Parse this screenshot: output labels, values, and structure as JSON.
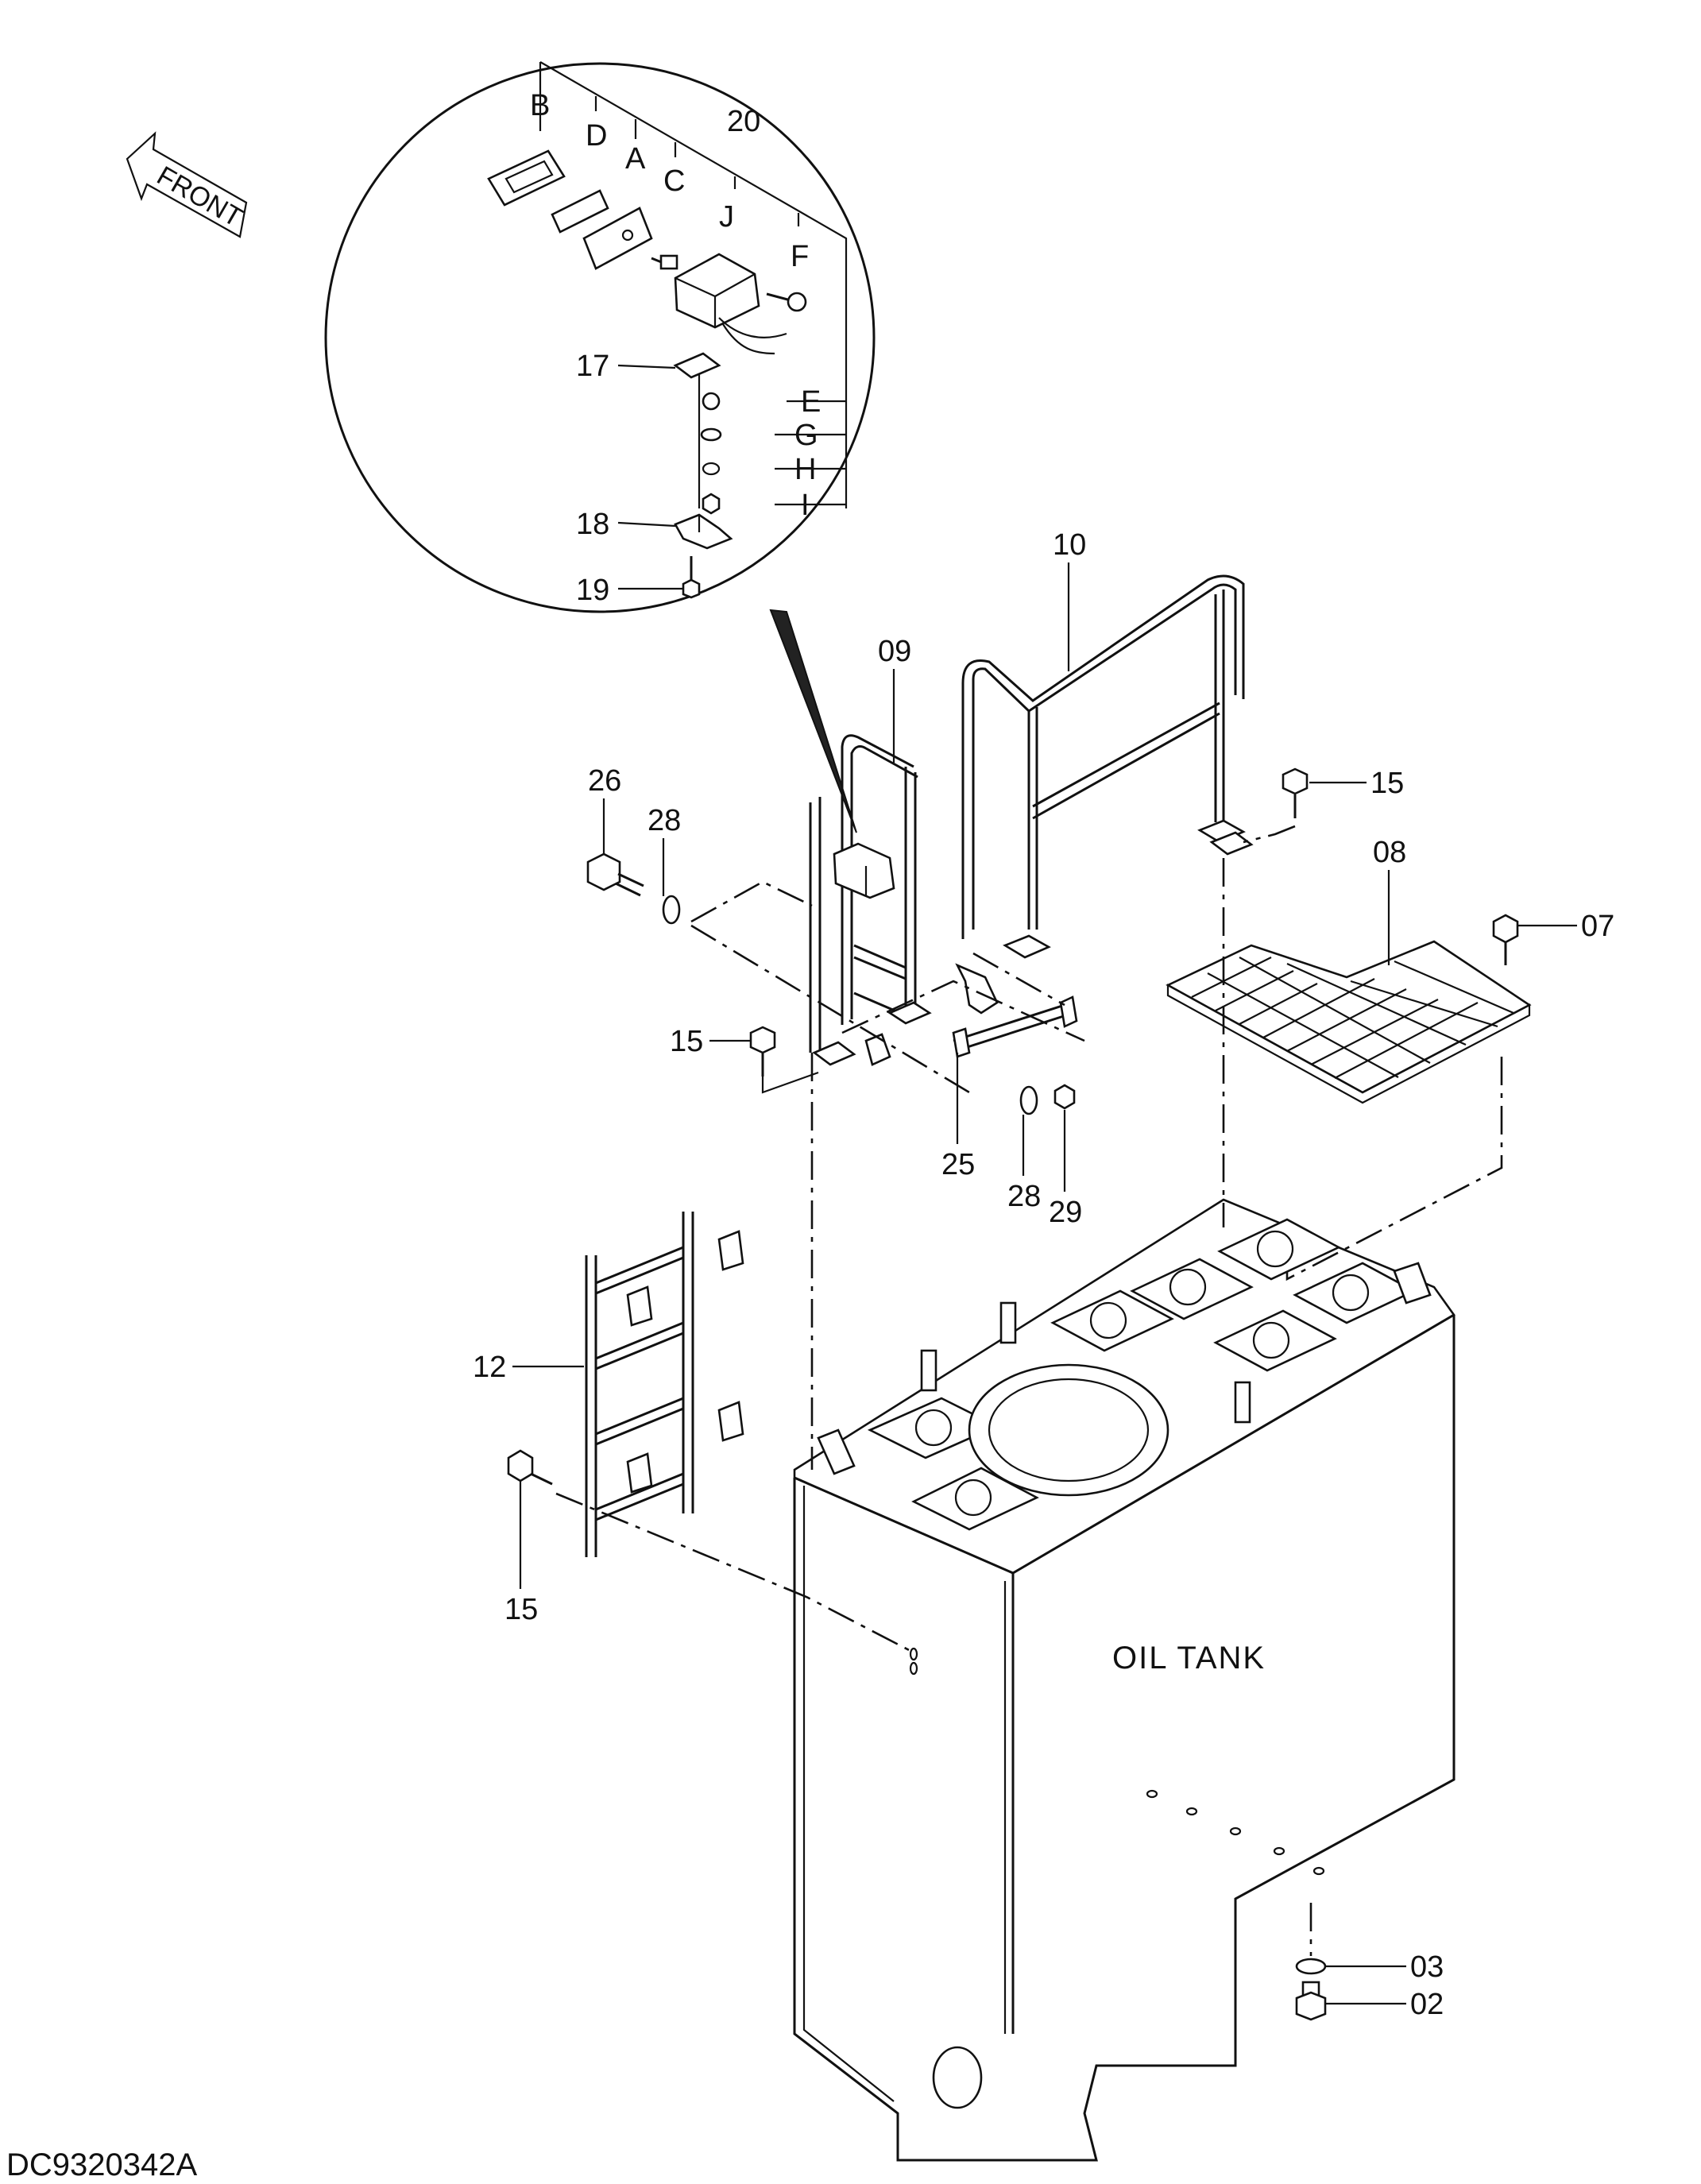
{
  "labels": {
    "front": "FRONT",
    "oil_tank": "OIL  TANK",
    "drawing_code": "DC9320342A",
    "detail": {
      "B": "B",
      "D": "D",
      "A": "A",
      "C": "C",
      "J": "J",
      "F": "F",
      "E": "E",
      "G": "G",
      "H": "H",
      "I": "I",
      "p20": "20",
      "p17": "17",
      "p18": "18",
      "p19": "19"
    },
    "parts": {
      "p02": "02",
      "p03": "03",
      "p07": "07",
      "p08": "08",
      "p09": "09",
      "p10": "10",
      "p12": "12",
      "p15a": "15",
      "p15b": "15",
      "p15c": "15",
      "p25": "25",
      "p26": "26",
      "p28a": "28",
      "p28b": "28",
      "p29": "29"
    }
  },
  "icons": {
    "front_arrow": "front-arrow-icon"
  }
}
